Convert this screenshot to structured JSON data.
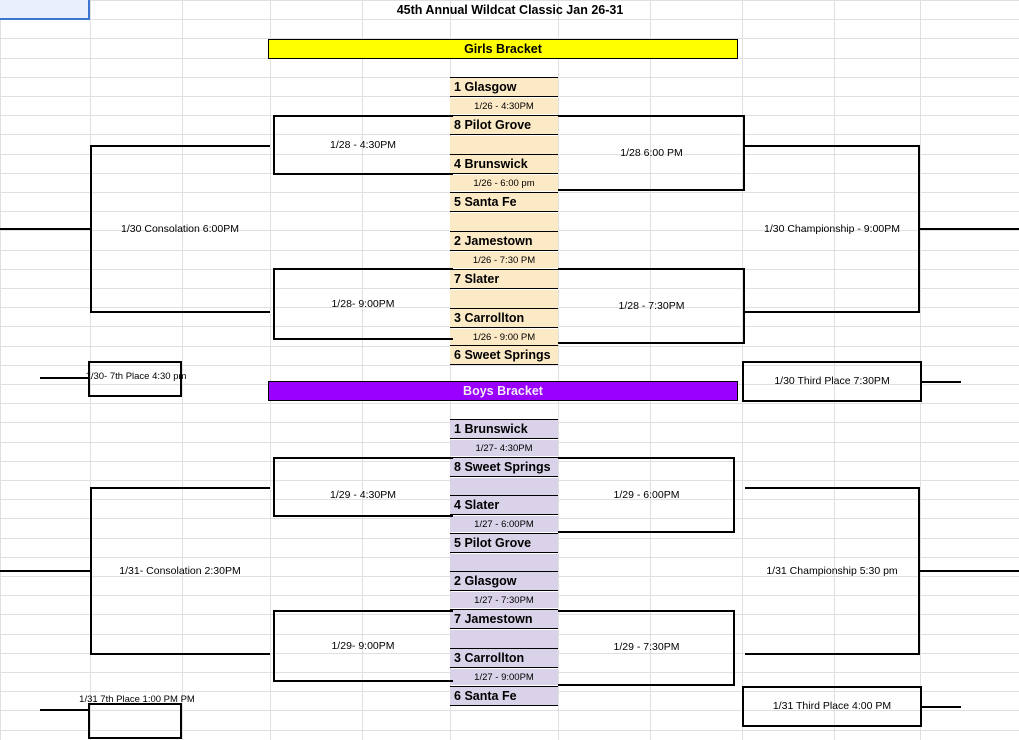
{
  "document": {
    "title": "45th Annual Wildcat Classic Jan 26-31",
    "selected_cell": "A1"
  },
  "colors": {
    "girls_banner_bg": "#ffff00",
    "girls_banner_fg": "#000000",
    "boys_banner_bg": "#9900ff",
    "boys_banner_fg": "#f2e9f7",
    "girls_team_bg": "#fce9c6",
    "boys_team_bg": "#d9d2e9",
    "grid_line": "#e0e0e0",
    "bracket_line": "#000000",
    "selection": "#3b76d1"
  },
  "brackets": [
    {
      "id": "girls",
      "banner_label": "Girls Bracket",
      "first_round": [
        {
          "top": {
            "seed": "1",
            "team": "Glasgow"
          },
          "time": "1/26 - 4:30PM",
          "bottom": {
            "seed": "8",
            "team": "Pilot Grove"
          }
        },
        {
          "top": {
            "seed": "4",
            "team": "Brunswick"
          },
          "time": "1/26 - 6:00 pm",
          "bottom": {
            "seed": "5",
            "team": "Santa Fe"
          }
        },
        {
          "top": {
            "seed": "2",
            "team": "Jamestown"
          },
          "time": "1/26 - 7:30 PM",
          "bottom": {
            "seed": "7",
            "team": "Slater"
          }
        },
        {
          "top": {
            "seed": "3",
            "team": "Carrollton"
          },
          "time": "1/26 - 9:00 PM",
          "bottom": {
            "seed": "6",
            "team": "Sweet Springs"
          }
        }
      ],
      "winners_quarters": [
        {
          "label": "1/28 - 4:30PM"
        },
        {
          "label": "1/28 - 7:30PM"
        }
      ],
      "losers_quarters": [
        {
          "label": "1/28 - 4:30PM"
        },
        {
          "label": "1/28- 9:00PM"
        }
      ],
      "winners_semis": [
        {
          "label": "1/28 6:00 PM"
        },
        {
          "label": "1/28 - 7:30PM"
        }
      ],
      "championship": {
        "label": "1/30 Championship - 9:00PM"
      },
      "consolation": {
        "label": "1/30 Consolation 6:00PM"
      },
      "third_place": {
        "label": "1/30 Third Place 7:30PM"
      },
      "seventh_place": {
        "label": "1/30- 7th Place 4:30 pm"
      }
    },
    {
      "id": "boys",
      "banner_label": "Boys Bracket",
      "first_round": [
        {
          "top": {
            "seed": "1",
            "team": "Brunswick"
          },
          "time": "1/27- 4:30PM",
          "bottom": {
            "seed": "8",
            "team": "Sweet Springs"
          }
        },
        {
          "top": {
            "seed": "4",
            "team": "Slater"
          },
          "time": "1/27 - 6:00PM",
          "bottom": {
            "seed": "5",
            "team": "Pilot Grove"
          }
        },
        {
          "top": {
            "seed": "2",
            "team": "Glasgow"
          },
          "time": "1/27 - 7:30PM",
          "bottom": {
            "seed": "7",
            "team": "Jamestown"
          }
        },
        {
          "top": {
            "seed": "3",
            "team": "Carrollton"
          },
          "time": "1/27 - 9:00PM",
          "bottom": {
            "seed": "6",
            "team": "Santa Fe"
          }
        }
      ],
      "winners_quarters": [
        {
          "label": "1/29 - 4:30PM"
        },
        {
          "label": "1/29 - 7:30PM"
        }
      ],
      "losers_quarters": [
        {
          "label": "1/29 - 4:30PM"
        },
        {
          "label": "1/29- 9:00PM"
        }
      ],
      "winners_semis": [
        {
          "label": "1/29 - 6:00PM"
        },
        {
          "label": "1/29 - 7:30PM"
        }
      ],
      "championship": {
        "label": "1/31 Championship 5:30 pm"
      },
      "consolation": {
        "label": "1/31- Consolation 2:30PM"
      },
      "third_place": {
        "label": "1/31 Third Place 4:00 PM"
      },
      "seventh_place": {
        "label": "1/31 7th Place 1:00 PM PM"
      }
    }
  ]
}
